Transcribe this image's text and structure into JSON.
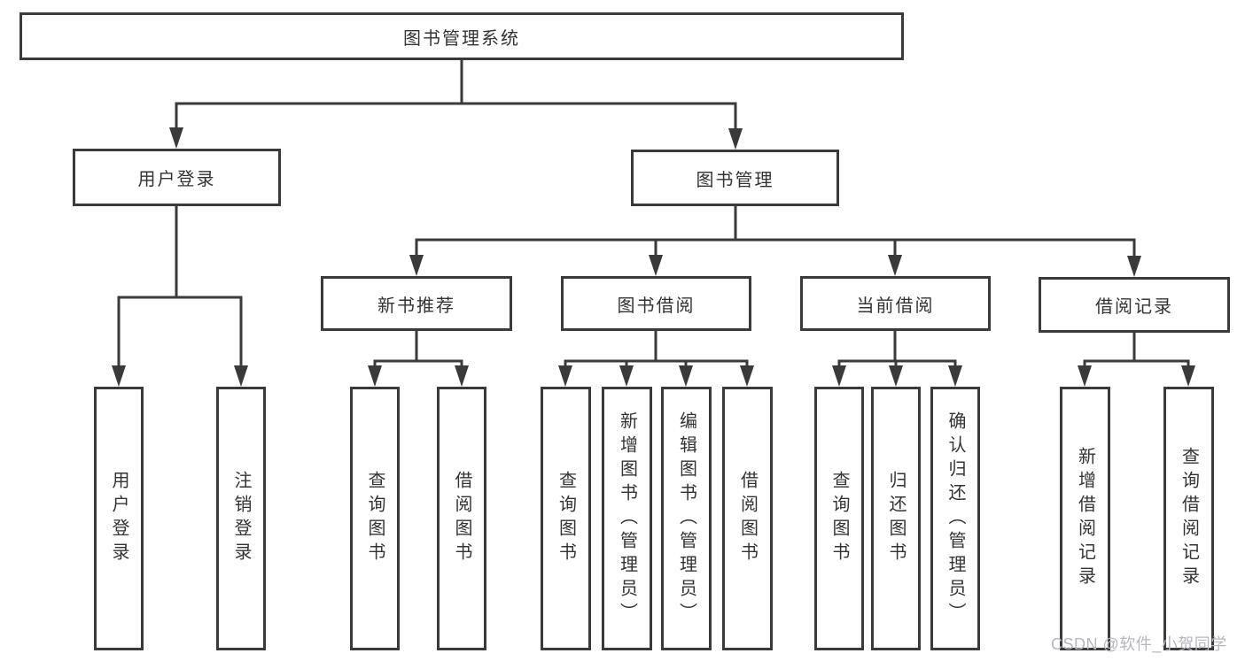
{
  "diagram_title": "图书管理系统",
  "tree": {
    "root": {
      "label": "图书管理系统"
    },
    "branches": [
      {
        "label": "用户登录",
        "leaves": [
          {
            "label": "用户登录"
          },
          {
            "label": "注销登录"
          }
        ]
      },
      {
        "label": "图书管理",
        "sections": [
          {
            "label": "新书推荐",
            "leaves": [
              {
                "label": "查询图书"
              },
              {
                "label": "借阅图书"
              }
            ]
          },
          {
            "label": "图书借阅",
            "leaves": [
              {
                "label": "查询图书"
              },
              {
                "label": "新增图书（管理员）"
              },
              {
                "label": "编辑图书（管理员）"
              },
              {
                "label": "借阅图书"
              }
            ]
          },
          {
            "label": "当前借阅",
            "leaves": [
              {
                "label": "查询图书"
              },
              {
                "label": "归还图书"
              },
              {
                "label": "确认归还（管理员）"
              }
            ]
          },
          {
            "label": "借阅记录",
            "leaves": [
              {
                "label": "新增借阅记录"
              },
              {
                "label": "查询借阅记录"
              }
            ]
          }
        ]
      }
    ]
  },
  "watermark": {
    "text": "CSDN @软件_小贺同学"
  },
  "colors": {
    "line": "#3a3a3a",
    "text": "#333333",
    "background": "#ffffff",
    "watermark": "#b6b6c0"
  }
}
